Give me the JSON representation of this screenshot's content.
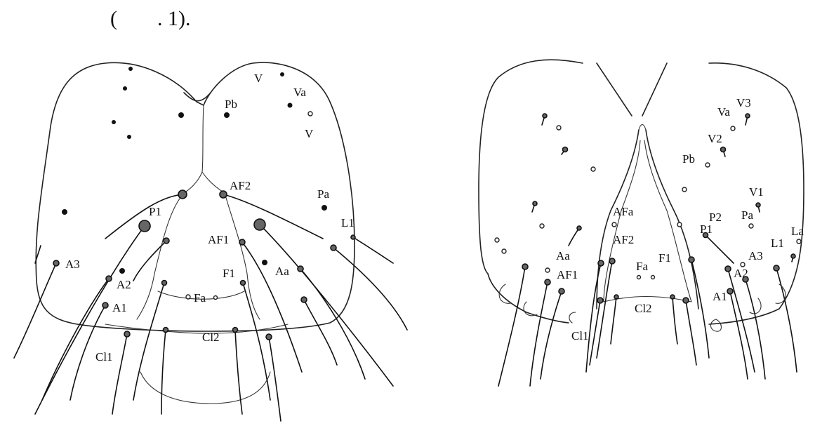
{
  "caption": {
    "open_paren": "(",
    "figure_ref": ". 1)."
  },
  "figure_left": {
    "labels": {
      "V": "V",
      "Va": "Va",
      "Pb": "Pb",
      "V1": "V",
      "AF2": "AF2",
      "Pa": "Pa",
      "L1": "L1",
      "P1": "P1",
      "AF1": "AF1",
      "A3": "A3",
      "A2": "A2",
      "F1": "F1",
      "Aa": "Aa",
      "Fa": "Fa",
      "A1": "A1",
      "Cl1": "Cl1",
      "Cl2": "Cl2"
    }
  },
  "figure_right": {
    "labels": {
      "V3": "V3",
      "Va": "Va",
      "V2": "V2",
      "Pb": "Pb",
      "V1": "V1",
      "AFa": "AFa",
      "P2": "P2",
      "Pa": "Pa",
      "P1": "P1",
      "La": "La",
      "AF2": "AF2",
      "L1": "L1",
      "Aa": "Aa",
      "A3": "A3",
      "AF1": "AF1",
      "Fa": "Fa",
      "F1": "F1",
      "A2": "A2",
      "A1": "A1",
      "Cl2": "Cl2",
      "Cl1": "Cl1"
    }
  }
}
